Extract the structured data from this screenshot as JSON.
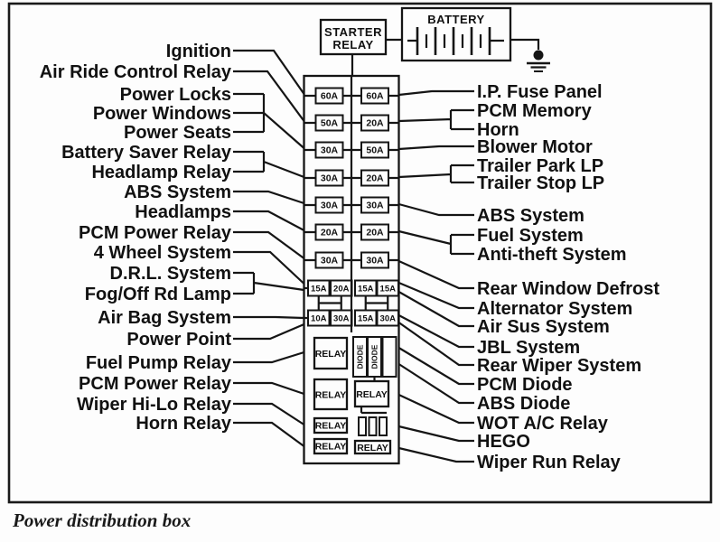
{
  "caption": "Power distribution box",
  "top": {
    "starter_relay_line1": "STARTER",
    "starter_relay_line2": "RELAY",
    "battery_label": "BATTERY"
  },
  "left_labels": [
    "Ignition",
    "Air Ride Control Relay",
    "Power Locks",
    "Power Windows",
    "Power Seats",
    "Battery Saver Relay",
    "Headlamp Relay",
    "ABS System",
    "Headlamps",
    "PCM Power Relay",
    "4 Wheel System",
    "D.R.L. System",
    "Fog/Off Rd Lamp",
    "Air Bag System",
    "Power Point",
    "Fuel Pump Relay",
    "PCM Power Relay",
    "Wiper Hi-Lo Relay",
    "Horn Relay"
  ],
  "right_labels": [
    "I.P. Fuse Panel",
    "PCM Memory",
    "Horn",
    "Blower Motor",
    "Trailer Park LP",
    "Trailer Stop LP",
    "ABS System",
    "Fuel System",
    "Anti-theft System",
    "Rear Window Defrost",
    "Alternator System",
    "Air Sus System",
    "JBL System",
    "Rear Wiper System",
    "PCM Diode",
    "ABS Diode",
    "WOT A/C Relay",
    "HEGO",
    "Wiper Run Relay"
  ],
  "fuse_rows": [
    {
      "left": "60A",
      "right": "60A"
    },
    {
      "left": "50A",
      "right": "20A"
    },
    {
      "left": "30A",
      "right": "50A"
    },
    {
      "left": "30A",
      "right": "20A"
    },
    {
      "left": "30A",
      "right": "30A"
    },
    {
      "left": "20A",
      "right": "20A"
    },
    {
      "left": "30A",
      "right": "30A"
    }
  ],
  "small_fuse_rows": [
    [
      "15A",
      "20A",
      "15A",
      "15A"
    ],
    [
      "10A",
      "30A",
      "15A",
      "30A"
    ]
  ],
  "relay_label": "RELAY",
  "diode_label": "DIODE",
  "colors": {
    "ink": "#111111",
    "background": "#fdfdfd"
  }
}
